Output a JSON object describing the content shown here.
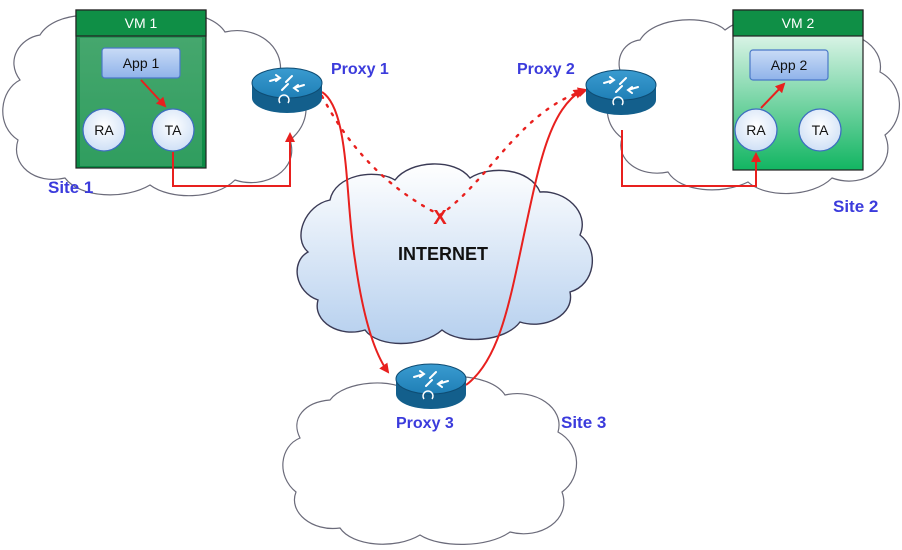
{
  "colors": {
    "site_label": "#3b3bdc",
    "link": "#e8201e",
    "internet_fill_top": "#ffffff",
    "internet_fill_bottom": "#b9d2ee",
    "vm_top": "#0f8f46",
    "vm_bottom": "#1aa85e",
    "router": "#1f7fb6"
  },
  "vms": [
    {
      "title": "VM 1",
      "app": "App 1",
      "ra": "RA",
      "ta": "TA"
    },
    {
      "title": "VM 2",
      "app": "App 2",
      "ra": "RA",
      "ta": "TA"
    }
  ],
  "proxies": [
    "Proxy 1",
    "Proxy 2",
    "Proxy 3"
  ],
  "sites": [
    "Site 1",
    "Site 2",
    "Site 3"
  ],
  "internet_label": "INTERNET",
  "broken_link_marker": "X",
  "icons": [
    "router-icon",
    "cloud-icon",
    "arrow-head-icon",
    "failure-x-icon"
  ]
}
